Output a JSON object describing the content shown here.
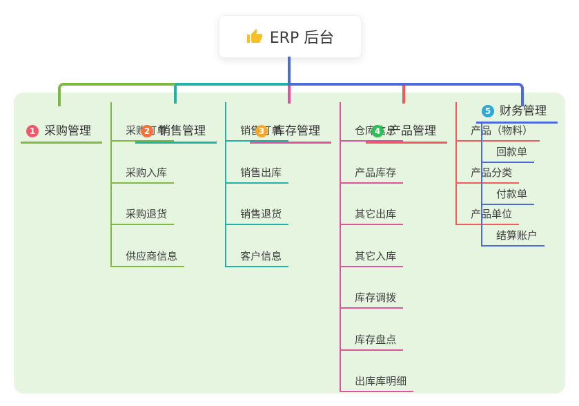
{
  "root": {
    "label": "ERP 后台",
    "icon": "thumbs-up-icon"
  },
  "canvas": {
    "background": "#ffffff",
    "panel_background": "#e6f5e0",
    "connector_color": "#4a6bd9"
  },
  "branches": [
    {
      "number": "1",
      "label": "采购管理",
      "line_color": "#7db940",
      "badge_color": "#f1596b",
      "children": [
        "采购订单",
        "采购入库",
        "采购退货",
        "供应商信息"
      ]
    },
    {
      "number": "2",
      "label": "销售管理",
      "line_color": "#1fb3a5",
      "badge_color": "#f4713c",
      "children": [
        "销售订单",
        "销售出库",
        "销售退货",
        "客户信息"
      ]
    },
    {
      "number": "3",
      "label": "库存管理",
      "line_color": "#e0519e",
      "badge_color": "#f7a72a",
      "children": [
        "仓库信息",
        "产品库存",
        "其它出库",
        "其它入库",
        "库存调拨",
        "库存盘点",
        "出库库明细"
      ]
    },
    {
      "number": "4",
      "label": "产品管理",
      "line_color": "#f25958",
      "badge_color": "#2ebd57",
      "children": [
        "产品（物料）",
        "产品分类",
        "产品单位"
      ]
    },
    {
      "number": "5",
      "label": "财务管理",
      "line_color": "#4a6bd9",
      "badge_color": "#2ba9d8",
      "children": [
        "回款单",
        "付款单",
        "结算账户"
      ]
    }
  ]
}
